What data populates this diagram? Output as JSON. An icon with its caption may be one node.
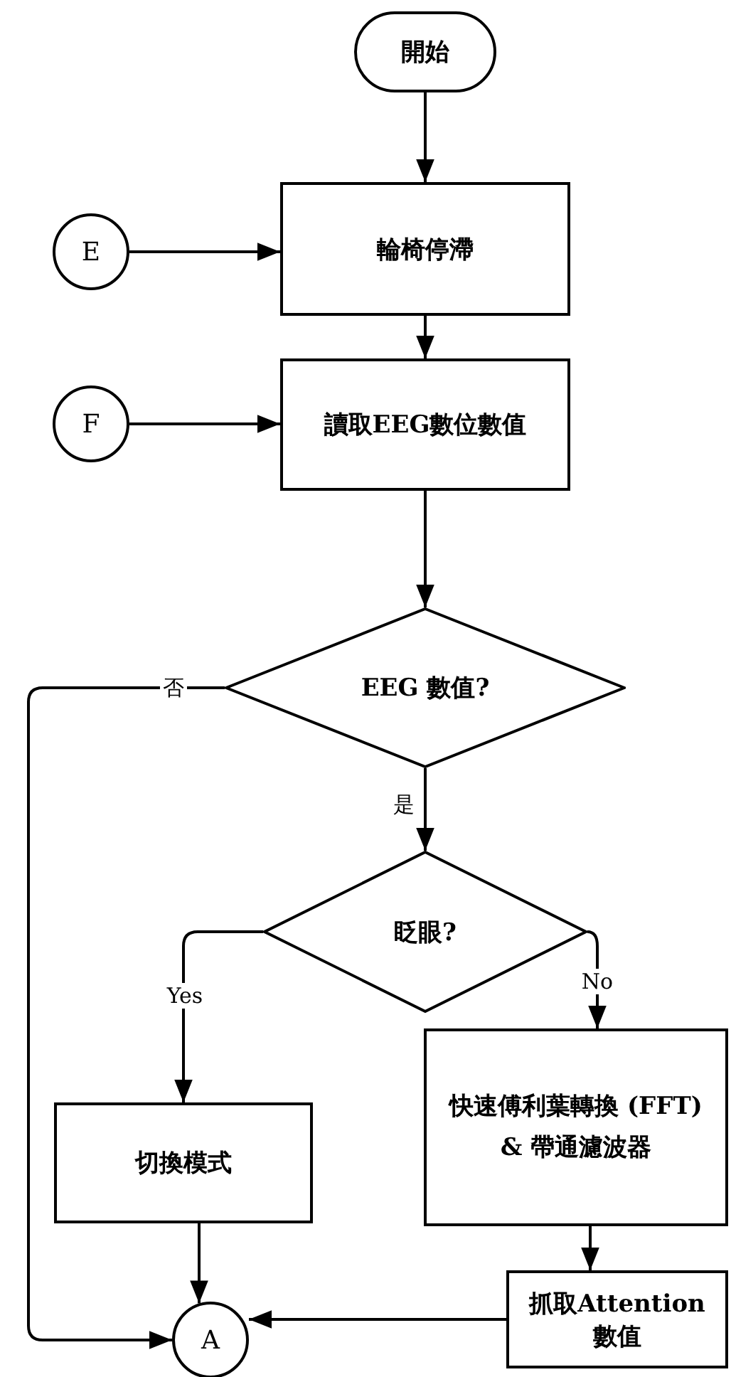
{
  "diagram": {
    "nodes": [
      {
        "text": [
          "開始"
        ]
      },
      {
        "text": [
          "E"
        ]
      },
      {
        "text": [
          "輪椅停滯"
        ]
      },
      {
        "text": [
          "F"
        ]
      },
      {
        "text": [
          "讀取EEG數位數值"
        ]
      },
      {
        "text": [
          "EEG 數值?"
        ]
      },
      {
        "text": [
          "眨眼?"
        ]
      },
      {
        "text": [
          "切換模式"
        ]
      },
      {
        "text": [
          "快速傅利葉轉換 (FFT) & 帶通濾波器"
        ]
      },
      {
        "text": [
          "抓取Attention數值"
        ]
      },
      {
        "text": [
          "A"
        ]
      }
    ],
    "edges": [
      {
        "from": 0,
        "to": 2,
        "arrow": "to"
      },
      {
        "from": 1,
        "to": 2,
        "arrow": "to"
      },
      {
        "from": 2,
        "to": 4,
        "arrow": "to"
      },
      {
        "from": 3,
        "to": 4,
        "arrow": "to"
      },
      {
        "from": 4,
        "to": 5,
        "arrow": "to"
      },
      {
        "from": 5,
        "to": 10,
        "arrow": "to",
        "label": "否"
      },
      {
        "from": 5,
        "to": 6,
        "arrow": "to",
        "label": "是"
      },
      {
        "from": 6,
        "to": 7,
        "arrow": "to",
        "label": "Yes"
      },
      {
        "from": 6,
        "to": 8,
        "arrow": "to",
        "label": "No"
      },
      {
        "from": 7,
        "to": 10,
        "arrow": "to"
      },
      {
        "from": 8,
        "to": 9,
        "arrow": "to"
      },
      {
        "from": 9,
        "to": 10,
        "arrow": "to"
      }
    ]
  }
}
